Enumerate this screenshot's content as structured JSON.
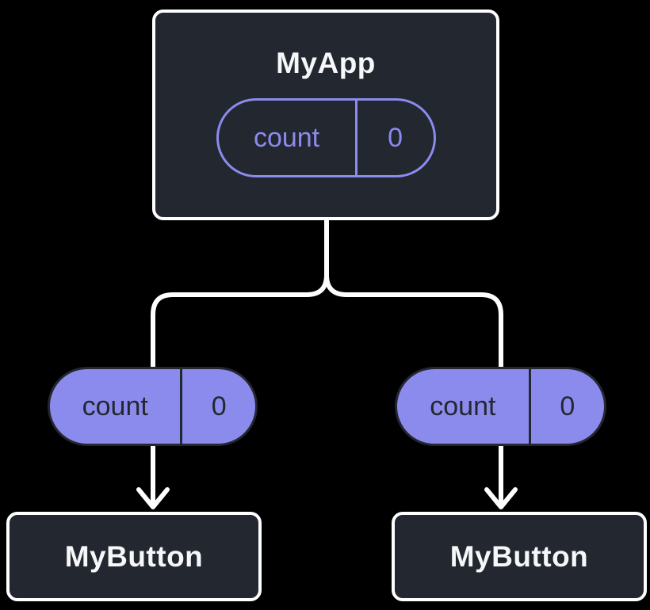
{
  "colors": {
    "background": "#000000",
    "node_fill": "#23272f",
    "node_border": "#ffffff",
    "node_text": "#f6f7f9",
    "accent": "#8b8bee",
    "pill_text_dark": "#23272f",
    "connector": "#ffffff"
  },
  "diagram": {
    "root": {
      "title": "MyApp",
      "state": {
        "name": "count",
        "value": "0"
      }
    },
    "props": [
      {
        "name": "count",
        "value": "0"
      },
      {
        "name": "count",
        "value": "0"
      }
    ],
    "children": [
      {
        "title": "MyButton"
      },
      {
        "title": "MyButton"
      }
    ]
  }
}
